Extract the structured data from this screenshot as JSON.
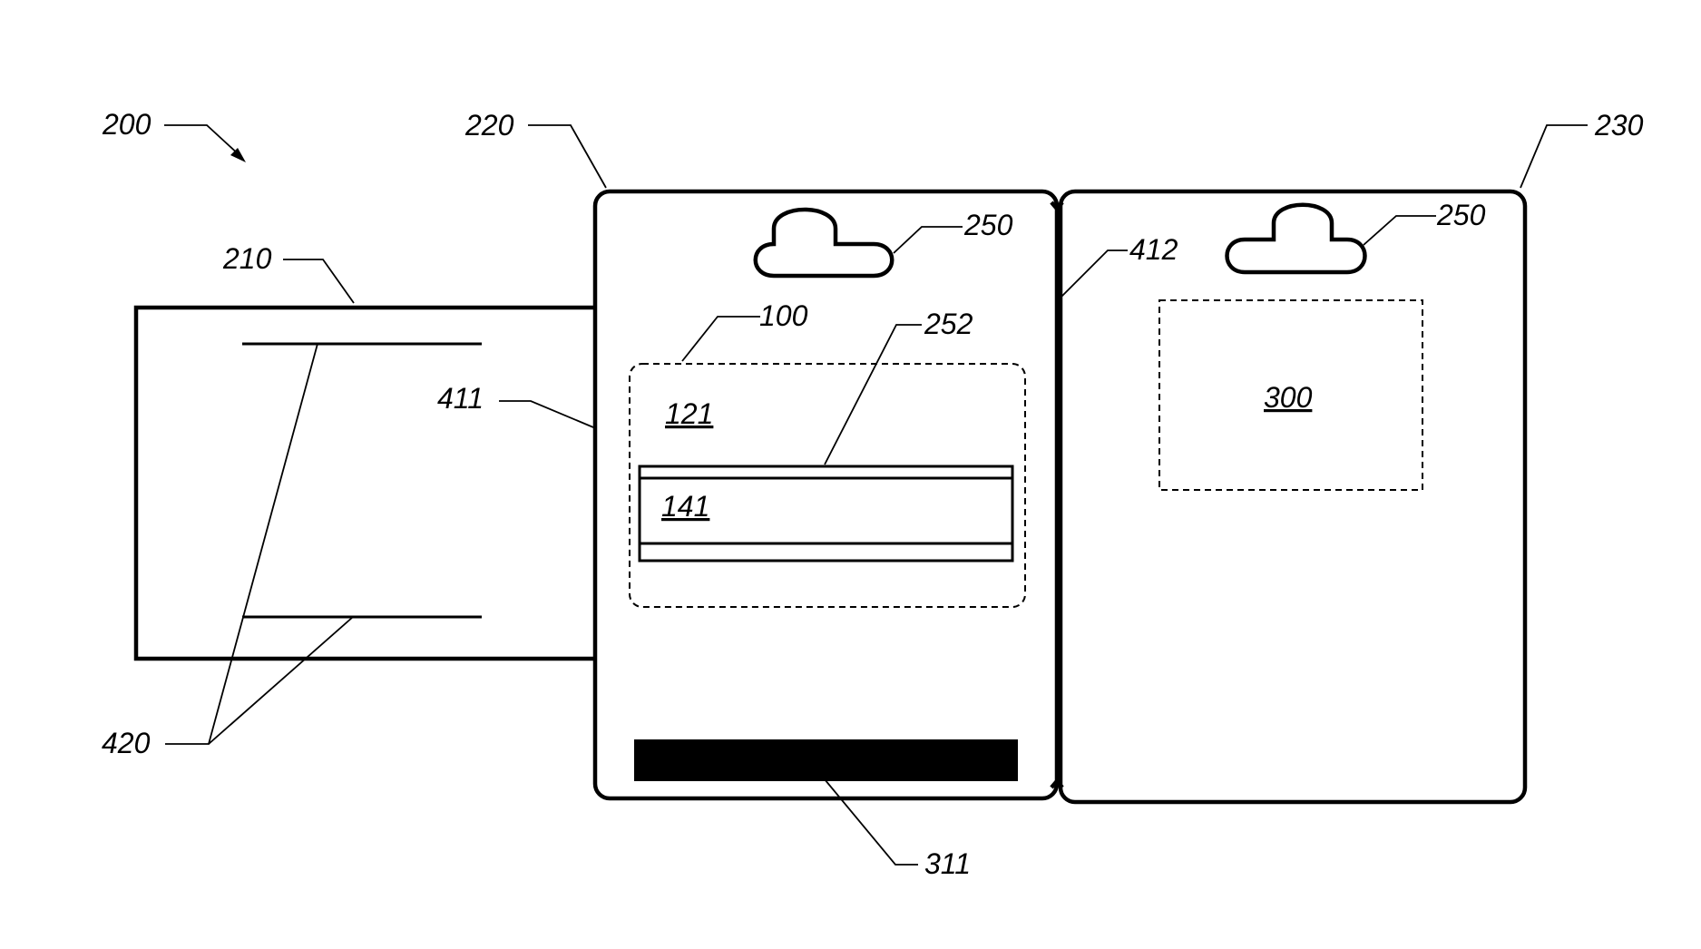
{
  "labels": {
    "assembly": "200",
    "insert": "210",
    "front_panel": "220",
    "back_panel": "230",
    "hang_hole": "250",
    "strip": "252",
    "card": "100",
    "card_field_a": "121",
    "card_field_b": "141",
    "window": "300",
    "barcode": "311",
    "fold_left": "411",
    "fold_right": "412",
    "insert_lines": "420"
  },
  "colors": {
    "ink": "#000000",
    "paper": "#ffffff"
  }
}
